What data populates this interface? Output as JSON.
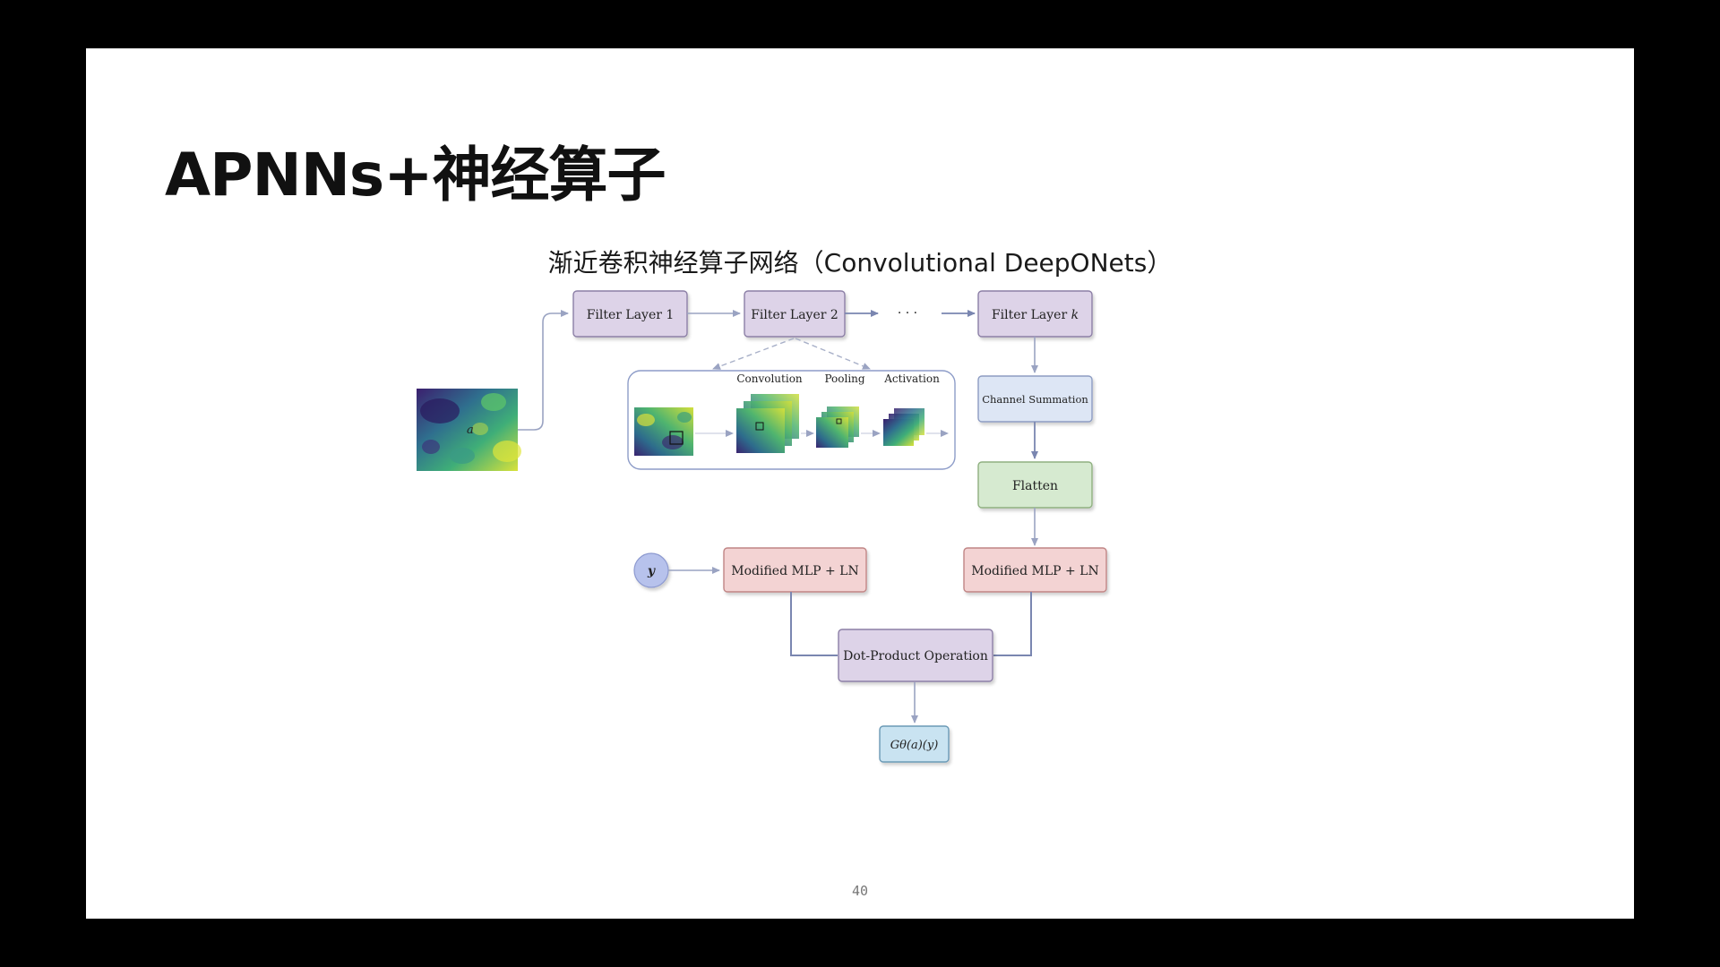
{
  "slide": {
    "title": "APNNs+神经算子",
    "subtitle": "渐近卷积神经算子网络（Convolutional DeepONets）",
    "page_number": "40"
  },
  "diagram": {
    "input_label": "a",
    "filter_layer_1": "Filter Layer 1",
    "filter_layer_2": "Filter Layer 2",
    "ellipsis": "· · ·",
    "filter_layer_k": "Filter Layer k",
    "filter_layer_k_prefix": "Filter Layer ",
    "filter_layer_k_var": "k",
    "stage_convolution": "Convolution",
    "stage_pooling": "Pooling",
    "stage_activation": "Activation",
    "channel_summation": "Channel Summation",
    "flatten": "Flatten",
    "query_input": "y",
    "mlp_left": "Modified MLP + LN",
    "mlp_right": "Modified MLP + LN",
    "dot_product": "Dot-Product Operation",
    "output": "Gθ(a)(y)"
  },
  "colors": {
    "background": "#000000",
    "slide": "#ffffff",
    "filter_box": "#ddd3e8",
    "filter_border": "#8c7fa6",
    "channel_box": "#dde6f5",
    "channel_border": "#8d9cc2",
    "flatten_box": "#d6ead0",
    "flatten_border": "#8fb080",
    "mlp_box": "#f3d3d3",
    "mlp_border": "#c08585",
    "output_box": "#c9e3f1",
    "output_border": "#6b99b5",
    "query_circle": "#b7c2ec",
    "arrow": "#7a86b0"
  }
}
